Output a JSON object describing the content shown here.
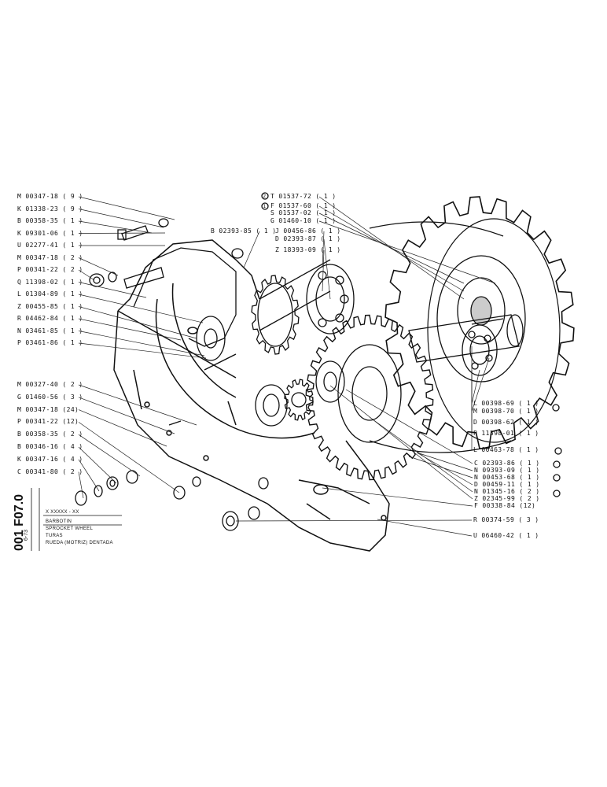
{
  "drawing": {
    "code": "001 F07.0",
    "date": "6-73",
    "ref": "X XXXXX - XX",
    "titles": [
      "BARBOTIN",
      "SPROCKET WHEEL",
      "TURAS",
      "RUEDA (MOTRIZ) DENTADA"
    ]
  },
  "labels_left": [
    "M 00347-18 ( 9 )",
    "K 01338-23 ( 9 )",
    "B 00358-35 ( 1 )",
    "K 09301-06 ( 1 )",
    "U 02277-41 ( 1 )",
    "M 00347-18 ( 2 )",
    "P 00341-22 ( 2 )",
    "Q 11398-02 ( 1 )",
    "L 01304-89 ( 1 )",
    "Z 00455-85 ( 1 )",
    "R 04462-84 ( 1 )",
    "N 03461-85 ( 1 )",
    "P 03461-86 ( 1 )"
  ],
  "labels_left_lower": [
    "M 00327-40 ( 2 )",
    "G 01460-56 ( 3 )",
    "M 00347-18 (24)",
    "P 00341-22 (12)",
    "B 00358-35 ( 2 )",
    "B 00346-16 ( 4 )",
    "K 00347-16 ( 4 )",
    "C 00341-80 ( 2 )"
  ],
  "labels_top": [
    "T 01537-72 ( 1 )",
    "F 01537-60 ( 1 )",
    "S 01537-02 ( 1 )",
    "G 01460-10 ( 1 )",
    "B 02393-85 ( 1 )",
    "J 00456-86 ( 1 )",
    "D 02393-87 ( 1 )",
    "Z 18393-09 ( 1 )"
  ],
  "labels_right": [
    "L 00398-69 ( 1 )",
    "M 00398-70 ( 1 )",
    "D 00398-62 ( 1 )",
    "P 11398-01 ( 1 )",
    "L 00463-78 ( 1 )",
    "C 02393-86 ( 1 )",
    "N 09393-09 ( 1 )",
    "N 00453-68 ( 1 )",
    "D 00459-11 ( 1 )",
    "N 01345-16 ( 2 )",
    "Z 02345-99 ( 2 )",
    "F 00338-84 (12)",
    "R 00374-59 ( 3 )",
    "U 06460-42 ( 1 )"
  ],
  "markers": {
    "m1": "1",
    "m2": "2"
  }
}
